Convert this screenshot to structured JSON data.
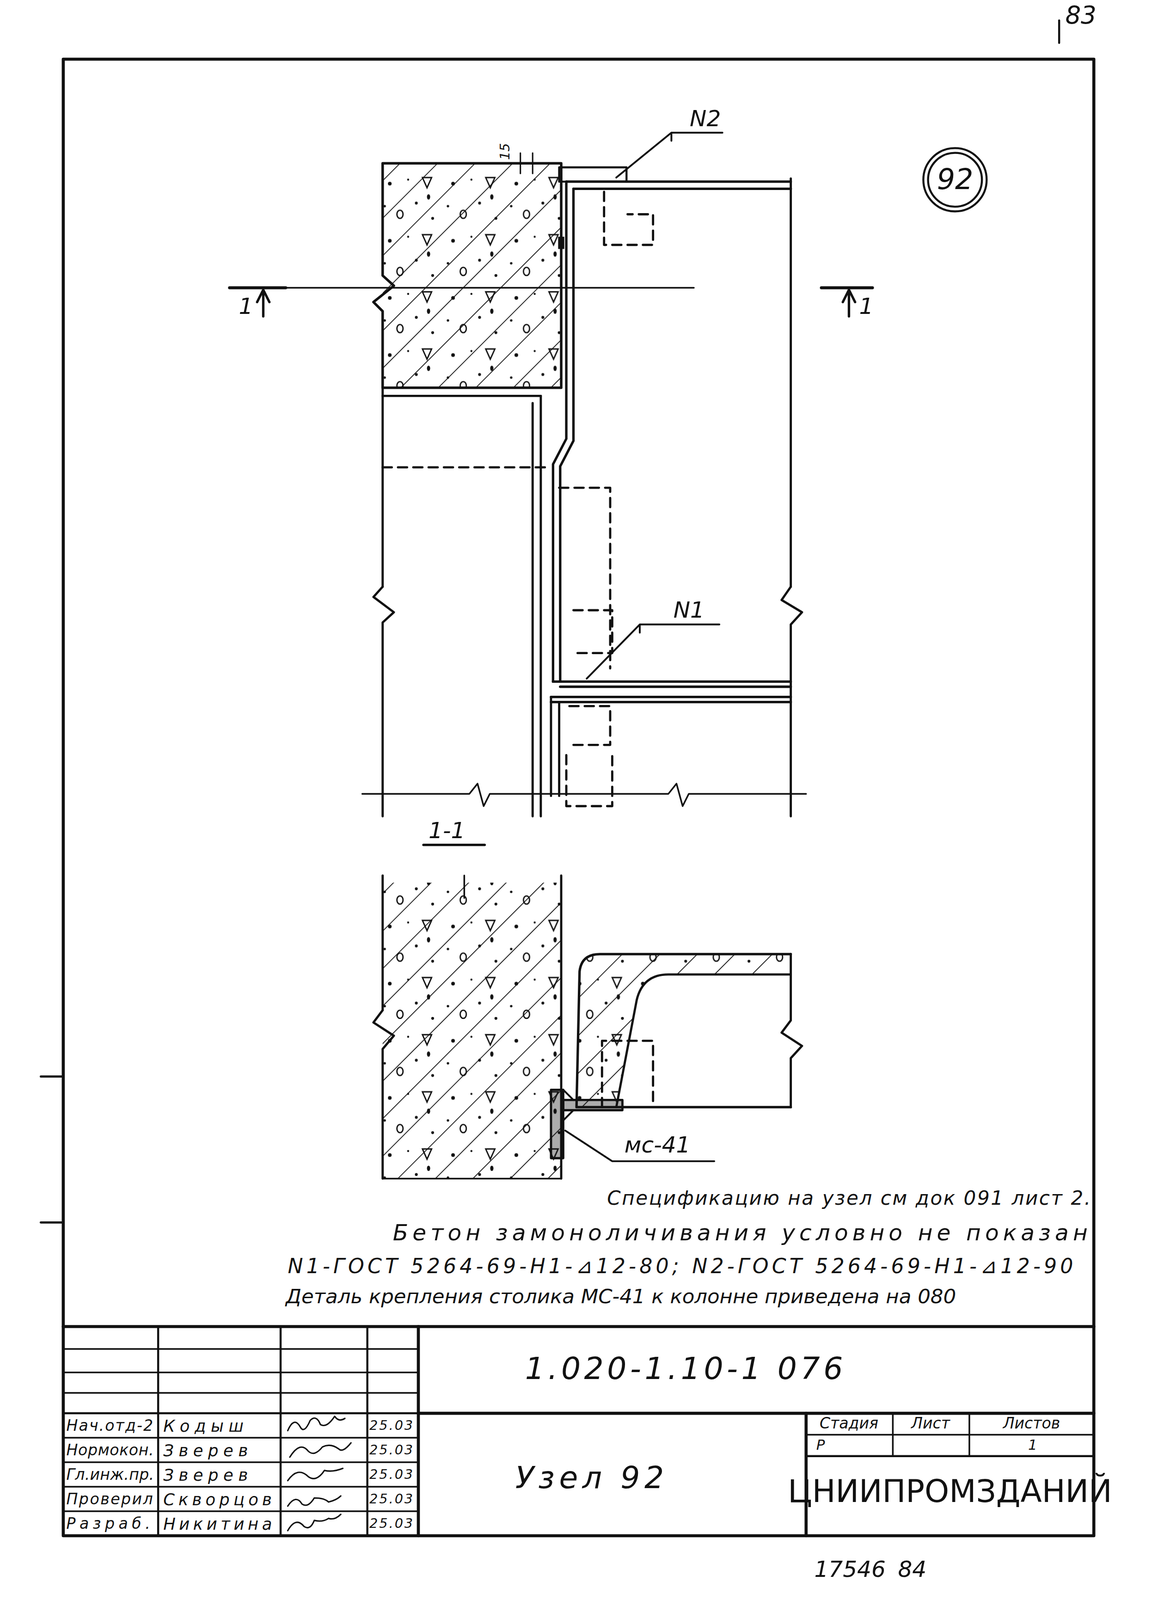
{
  "diagram": {
    "nodes": [
      {
        "text": [
          "92"
        ]
      }
    ],
    "edges": [],
    "labels": [
      "83",
      "N2",
      "15",
      "1",
      "1",
      "N1",
      "1-1",
      "мс-41",
      "Спецификацию на узел см док 091 лист 2.",
      "Бетон замоноличивания условно не показан",
      "N1-ГОСТ 5264-69-Н1-⊿12-80; N2-ГОСТ 5264-69-Н1-⊿12-90",
      "Деталь крепления столика МС-41 к колонне приведена на 080",
      "1.020-1.10-1 076",
      "Нач.отд-2",
      "Кодыш",
      "25.03",
      "Нормокон.",
      "Зверев",
      "25.03",
      "Гл.инж.пр.",
      "Зверев",
      "25.03",
      "Проверил",
      "Скворцов",
      "25.03",
      "Разраб.",
      "Никитина",
      "25.03",
      "Узел 92",
      "Стадия",
      "Лист",
      "Листов",
      "Р",
      "1",
      "ЦНИИПРОМЗДАНИЙ",
      "17546",
      "84"
    ]
  }
}
